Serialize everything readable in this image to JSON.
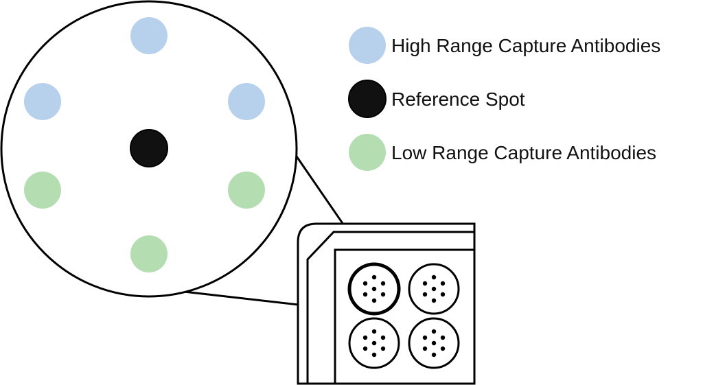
{
  "colors": {
    "high_range": "#b7d0ec",
    "reference": "#111111",
    "low_range": "#b5ddb2",
    "outline": "#000000",
    "background": "#ffffff"
  },
  "legend": {
    "high_range_label": "High Range Capture Antibodies",
    "reference_label": "Reference Spot",
    "low_range_label": "Low Range Capture Antibodies"
  },
  "zoomed_well": {
    "spot_count": 7,
    "spots": [
      {
        "type": "high_range"
      },
      {
        "type": "high_range"
      },
      {
        "type": "high_range"
      },
      {
        "type": "reference"
      },
      {
        "type": "low_range"
      },
      {
        "type": "low_range"
      },
      {
        "type": "low_range"
      }
    ]
  },
  "plate": {
    "well_count": 4,
    "dots_per_well": 7
  }
}
